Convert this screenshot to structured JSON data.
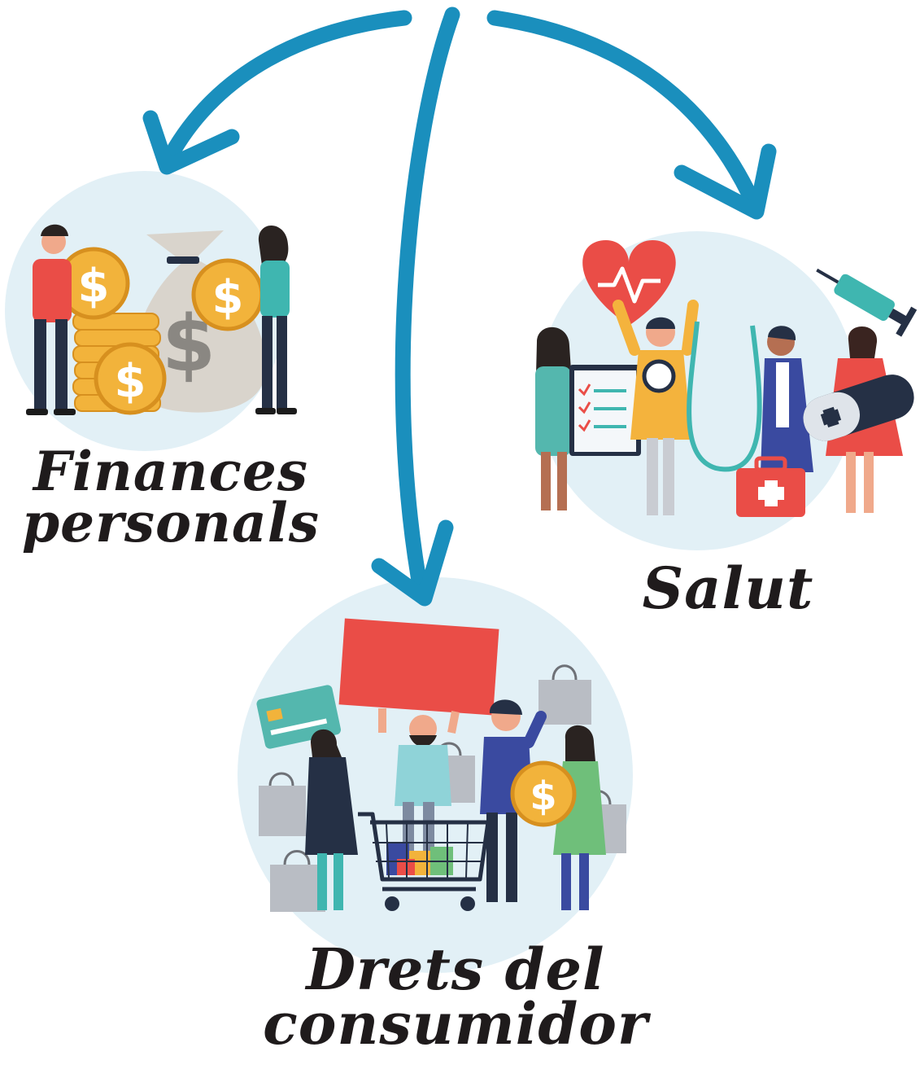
{
  "diagram": {
    "topics": [
      {
        "id": "finances",
        "label_lines": [
          "Finances",
          "personals"
        ],
        "illustration": "money-bag-coins-icon"
      },
      {
        "id": "salut",
        "label_lines": [
          "Salut"
        ],
        "illustration": "health-medical-icon"
      },
      {
        "id": "drets",
        "label_lines": [
          "Drets del",
          "consumidor"
        ],
        "illustration": "shopping-consumers-icon"
      }
    ],
    "colors": {
      "arrow": "#1a8fbd",
      "circle_bg": "#e2f0f6",
      "label_text": "#1f1b1c",
      "coin": "#f2b33b",
      "red": "#ea4d47",
      "teal": "#3fb6b0",
      "navy": "#253045"
    }
  }
}
